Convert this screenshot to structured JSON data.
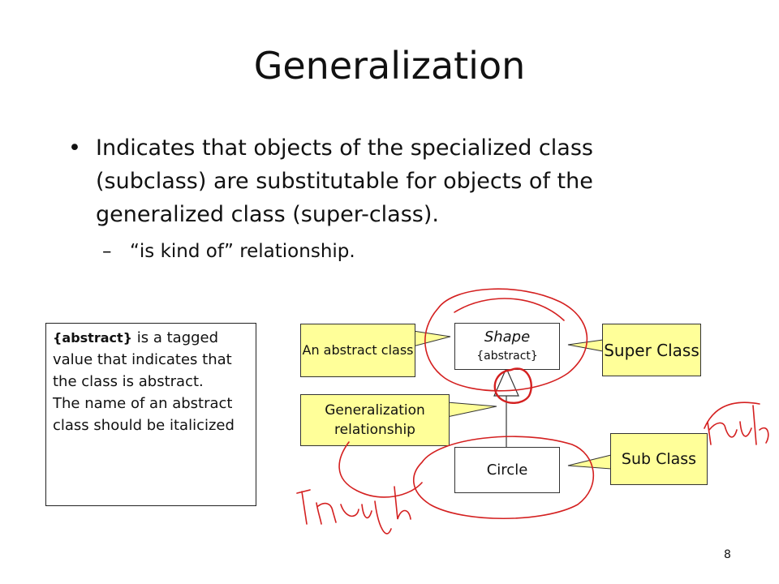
{
  "slide": {
    "title": "Generalization",
    "bullet_marker": "•",
    "bullet_text": "Indicates that objects of the specialized class (subclass) are substitutable for objects of the generalized class (super-class).",
    "sub_marker": "–",
    "sub_text": "“is kind of” relationship.",
    "page_number": "8"
  },
  "note": {
    "tag": "{abstract}",
    "text": " is a tagged value that indicates that the class is abstract.",
    "text2": "The name of an abstract class should be italicized"
  },
  "diagram": {
    "super_class": {
      "name": "Shape",
      "stereotype": "{abstract}"
    },
    "sub_class": {
      "name": "Circle"
    },
    "callouts": {
      "abstract": "An abstract class",
      "super": "Super Class",
      "generalization": "Generalization relationship",
      "sub": "Sub Class"
    },
    "callout_color": "#ffff99",
    "annotation_color": "#d42020"
  }
}
